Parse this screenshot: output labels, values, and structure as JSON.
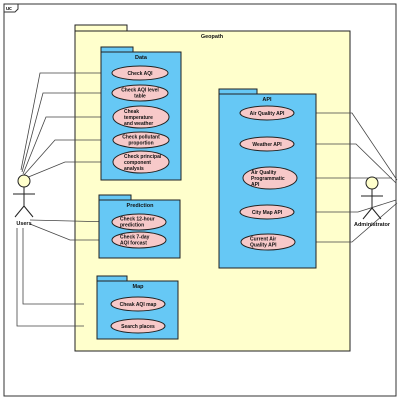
{
  "frame": {
    "label": "uc"
  },
  "system": {
    "name": "Geopath",
    "fill": "#ffffcc"
  },
  "packages": [
    {
      "name": "Data",
      "fill": "#66c8f5",
      "use_cases": [
        {
          "lines": [
            "Check AQI"
          ]
        },
        {
          "lines": [
            "Check AQI level",
            "table"
          ]
        },
        {
          "lines": [
            "Cheak",
            "temperature",
            "and weather"
          ]
        },
        {
          "lines": [
            "Check pollutant",
            "proportion"
          ]
        },
        {
          "lines": [
            "Check principal",
            "component",
            "analysis"
          ]
        }
      ]
    },
    {
      "name": "API",
      "fill": "#66c8f5",
      "use_cases": [
        {
          "lines": [
            "Air Quality API"
          ]
        },
        {
          "lines": [
            "Weather API"
          ]
        },
        {
          "lines": [
            "Air Quality",
            "Programmatic",
            "API"
          ]
        },
        {
          "lines": [
            "City Map API"
          ]
        },
        {
          "lines": [
            "Current Air",
            "Quality API"
          ]
        }
      ]
    },
    {
      "name": "Prediction",
      "fill": "#66c8f5",
      "use_cases": [
        {
          "lines": [
            "Check 12-hour",
            "prediction"
          ]
        },
        {
          "lines": [
            "Check 7-day",
            "AQI forcast"
          ]
        }
      ]
    },
    {
      "name": "Map",
      "fill": "#66c8f5",
      "use_cases": [
        {
          "lines": [
            "Cheak AQI map"
          ]
        },
        {
          "lines": [
            "Search places"
          ]
        }
      ]
    }
  ],
  "actors": [
    {
      "name": "Users"
    },
    {
      "name": "Administrator"
    }
  ]
}
